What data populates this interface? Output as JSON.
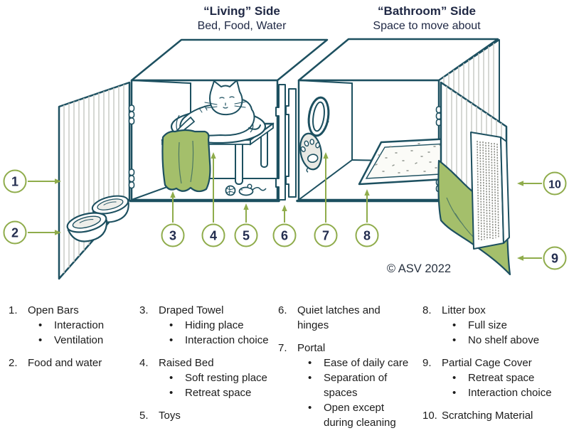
{
  "header": {
    "living": {
      "title": "“Living” Side",
      "subtitle": "Bed, Food, Water"
    },
    "bathroom": {
      "title": "“Bathroom” Side",
      "subtitle": "Space to move about"
    }
  },
  "copyright": "© ASV 2022",
  "callout_numbers": [
    "1",
    "2",
    "3",
    "4",
    "5",
    "6",
    "7",
    "8",
    "9",
    "10"
  ],
  "bullet_char": "•",
  "colors": {
    "outline_teal": "#1d5060",
    "accent_green": "#8fac4b",
    "towel_green": "#a4bf6b",
    "number_navy": "#232d4f",
    "text_black": "#1c1c1c",
    "bar_gray": "#c9cbc6",
    "flap_gray": "#e9e9e4"
  },
  "legend": {
    "columns": [
      {
        "items": [
          {
            "number": "1.",
            "title": "Open Bars",
            "bullets": [
              "Interaction",
              "Ventilation"
            ]
          },
          {
            "number": "2.",
            "title": "Food and water",
            "bullets": []
          }
        ]
      },
      {
        "items": [
          {
            "number": "3.",
            "title": "Draped Towel",
            "bullets": [
              "Hiding place",
              "Interaction choice"
            ]
          },
          {
            "number": "4.",
            "title": "Raised Bed",
            "bullets": [
              "Soft resting place",
              "Retreat space"
            ]
          },
          {
            "number": "5.",
            "title": "Toys",
            "bullets": []
          }
        ]
      },
      {
        "items": [
          {
            "number": "6.",
            "title": "Quiet latches and hinges",
            "bullets": []
          },
          {
            "number": "7.",
            "title": "Portal",
            "bullets": [
              "Ease of daily care",
              "Separation of spaces",
              "Open except during cleaning"
            ]
          }
        ]
      },
      {
        "items": [
          {
            "number": "8.",
            "title": "Litter box",
            "bullets": [
              "Full size",
              "No shelf above"
            ]
          },
          {
            "number": "9.",
            "title": "Partial Cage Cover",
            "bullets": [
              "Retreat space",
              "Interaction choice"
            ]
          },
          {
            "number": "10.",
            "title": "Scratching Material",
            "bullets": []
          }
        ]
      }
    ]
  }
}
